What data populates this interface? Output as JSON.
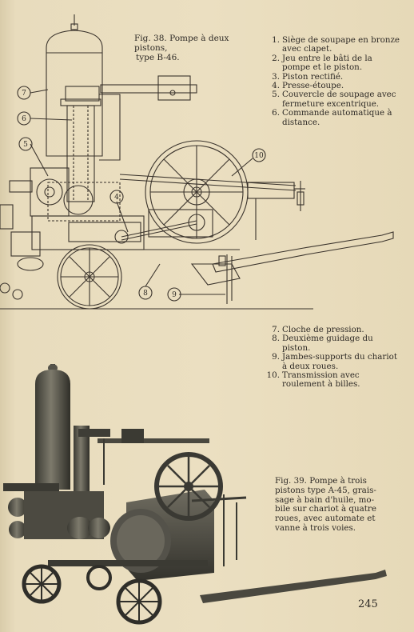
{
  "figure38": {
    "caption_line1": "Fig. 38. Pompe à deux pistons,",
    "caption_line2": "type B-46.",
    "callouts": [
      "7",
      "6",
      "5",
      "4",
      "10",
      "8",
      "9"
    ]
  },
  "legend_a": [
    {
      "num": "1.",
      "text": "Siège de soupape en bronze avec clapet."
    },
    {
      "num": "2.",
      "text": "Jeu entre le bâti de la pompe et le piston."
    },
    {
      "num": "3.",
      "text": "Piston rectifié."
    },
    {
      "num": "4.",
      "text": "Presse-étoupe."
    },
    {
      "num": "5.",
      "text": "Couvercle de soupage avec fermeture excentrique."
    },
    {
      "num": "6.",
      "text": "Commande automatique à distance."
    }
  ],
  "legend_b": [
    {
      "num": "7.",
      "text": "Cloche de pression."
    },
    {
      "num": "8.",
      "text": "Deuxième guidage du piston."
    },
    {
      "num": "9.",
      "text": "Jambes-supports du chariot à deux roues."
    },
    {
      "num": "10.",
      "text": "Transmission avec roulement à billes."
    }
  ],
  "figure39": {
    "caption_line1": "Fig. 39. Pompe à trois",
    "caption_line2": "pistons type A-45, grais-",
    "caption_line3": "sage à bain d'huile, mo-",
    "caption_line4": "bile sur chariot à quatre",
    "caption_line5": "roues, avec automate et",
    "caption_line6": "vanne à trois voies."
  },
  "page_number": "245"
}
